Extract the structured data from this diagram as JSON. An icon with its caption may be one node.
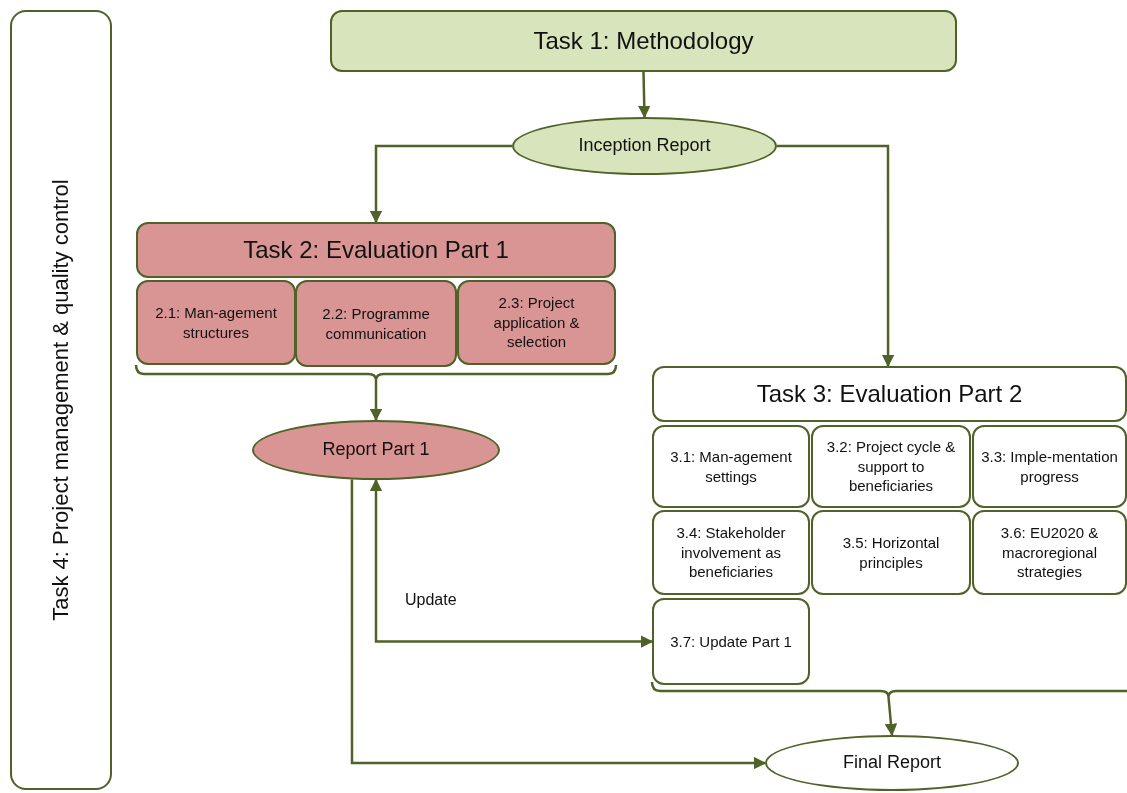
{
  "diagram": {
    "nodes": [
      {
        "text": [
          "Task 4: Project management & quality control"
        ]
      },
      {
        "text": [
          "Task 1: Methodology"
        ]
      },
      {
        "text": [
          "Inception Report"
        ]
      },
      {
        "text": [
          "Task 2: Evaluation Part 1"
        ]
      },
      {
        "text": [
          "2.1: Man-agement structures"
        ]
      },
      {
        "text": [
          "2.2: Programme communication"
        ]
      },
      {
        "text": [
          "2.3: Project application & selection"
        ]
      },
      {
        "text": [],
        "shape": "bracket"
      },
      {
        "text": [
          "Report Part 1"
        ]
      },
      {
        "text": [
          "Task 3: Evaluation Part 2"
        ]
      },
      {
        "text": [
          "3.1: Man-agement settings"
        ]
      },
      {
        "text": [
          "3.2: Project cycle & support to beneficiaries"
        ]
      },
      {
        "text": [
          "3.3: Imple-mentation progress"
        ]
      },
      {
        "text": [
          "3.4: Stakeholder involvement as beneficiaries"
        ]
      },
      {
        "text": [
          "3.5: Horizontal principles"
        ]
      },
      {
        "text": [
          "3.6: EU2020 & macroregional strategies"
        ]
      },
      {
        "text": [
          "3.7: Update Part 1"
        ]
      },
      {
        "text": [],
        "shape": "bracket"
      },
      {
        "text": [
          "Final Report"
        ]
      }
    ],
    "edges": [
      {
        "from": 1,
        "to": 2,
        "arrow": "to"
      },
      {
        "from": 2,
        "to": 3,
        "arrow": "to"
      },
      {
        "from": 2,
        "to": 9,
        "arrow": "to"
      },
      {
        "from": 7,
        "to": 8,
        "arrow": "to"
      },
      {
        "from": 8,
        "to": 16,
        "arrow": "both",
        "label": "Update"
      },
      {
        "from": 8,
        "to": 18,
        "arrow": "to"
      },
      {
        "from": 17,
        "to": 18,
        "arrow": "to"
      }
    ]
  }
}
